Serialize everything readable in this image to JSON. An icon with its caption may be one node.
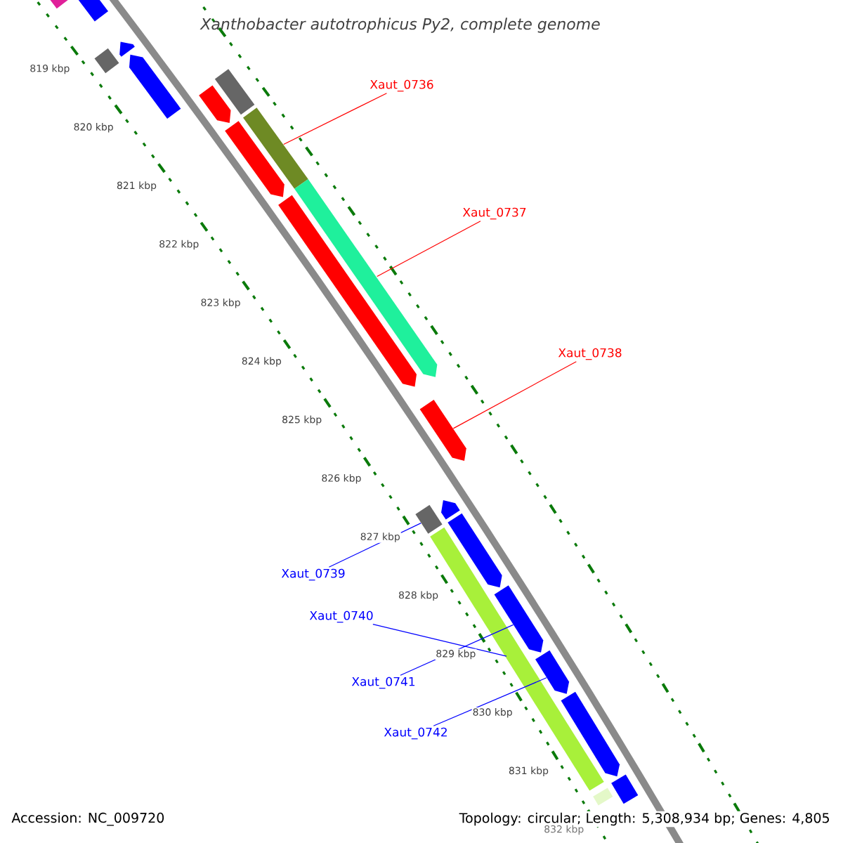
{
  "diagram": {
    "title": "Xanthobacter autotrophicus Py2, complete genome",
    "nodes": [
      {
        "text": [
          "Xaut_0736"
        ]
      },
      {
        "text": [
          "Xaut_0737"
        ]
      },
      {
        "text": [
          "Xaut_0738"
        ]
      },
      {
        "text": [
          "Xaut_0739"
        ]
      },
      {
        "text": [
          "Xaut_0740"
        ]
      },
      {
        "text": [
          "Xaut_0741"
        ]
      },
      {
        "text": [
          "Xaut_0742"
        ]
      },
      {
        "text": [],
        "shape": "bar"
      },
      {
        "text": [],
        "shape": "bar"
      },
      {
        "text": [],
        "shape": "bar"
      },
      {
        "text": [],
        "shape": "bar"
      },
      {
        "text": [],
        "shape": "bar"
      },
      {
        "text": [],
        "shape": "bar"
      },
      {
        "text": [],
        "shape": "bar"
      },
      {
        "text": [],
        "shape": "bar"
      },
      {
        "text": [],
        "shape": "bar"
      },
      {
        "text": [],
        "shape": "bar"
      },
      {
        "text": [],
        "shape": "bar"
      },
      {
        "text": [],
        "shape": "bar"
      },
      {
        "text": [],
        "shape": "bar"
      },
      {
        "text": [],
        "shape": "bar"
      },
      {
        "text": [],
        "shape": "bar"
      },
      {
        "text": [],
        "shape": "bar"
      },
      {
        "text": [],
        "shape": "bar"
      },
      {
        "text": [],
        "shape": "bar"
      },
      {
        "text": [],
        "shape": "bar"
      },
      {
        "text": [],
        "shape": "bar"
      },
      {
        "text": [],
        "shape": "bar"
      }
    ],
    "edges": [
      {
        "from": 0,
        "to": 14,
        "arrow": "none",
        "color": "#ff0000"
      },
      {
        "from": 1,
        "to": 16,
        "arrow": "none",
        "color": "#ff0000"
      },
      {
        "from": 2,
        "to": 18,
        "arrow": "none",
        "color": "#ff0000"
      },
      {
        "from": 3,
        "to": 19,
        "arrow": "none"
      },
      {
        "from": 4,
        "to": 22,
        "arrow": "none"
      },
      {
        "from": 5,
        "to": 23,
        "arrow": "none"
      },
      {
        "from": 6,
        "to": 24,
        "arrow": "none"
      }
    ],
    "labels": [
      "819 kbp",
      "820 kbp",
      "821 kbp",
      "822 kbp",
      "823 kbp",
      "824 kbp",
      "825 kbp",
      "826 kbp",
      "827 kbp",
      "828 kbp",
      "829 kbp",
      "830 kbp",
      "831 kbp",
      "832 kbp",
      "Accession: NC_009720",
      "Topology: circular; Length: 5,308,934 bp; Genes: 4,805"
    ]
  }
}
